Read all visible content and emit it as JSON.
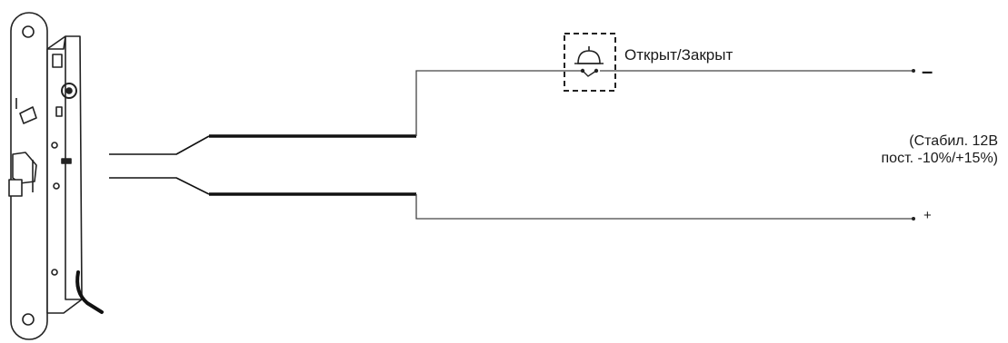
{
  "switch": {
    "label": "Открыт/Закрыт",
    "icon": "bell-switch-icon"
  },
  "supply": {
    "line1": "(Стабил. 12В",
    "line2": "пост. -10%/+15%)"
  },
  "terminals": {
    "negative": "–",
    "positive": "+"
  },
  "lock": {
    "icon": "mortise-lock-icon"
  }
}
